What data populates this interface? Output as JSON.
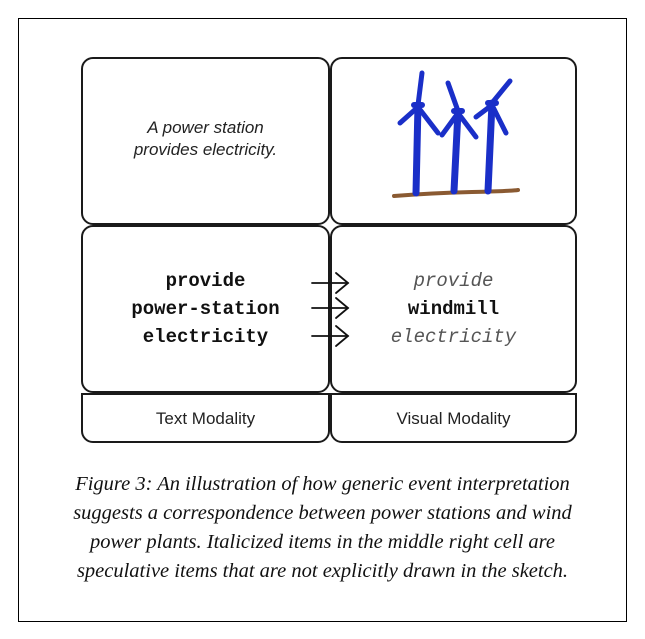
{
  "figure": {
    "top_left_sentence": [
      "A power station",
      "provides electricity."
    ],
    "text_items": [
      "provide",
      "power-station",
      "electricity"
    ],
    "visual_items": [
      {
        "text": "provide",
        "style": "italic"
      },
      {
        "text": "windmill",
        "style": "bold"
      },
      {
        "text": "electricity",
        "style": "italic"
      }
    ],
    "text_modality_label": "Text Modality",
    "visual_modality_label": "Visual Modality",
    "sketch_subject": "windmill-sketch",
    "sketch_colors": {
      "turbines": "#1a2fc8",
      "ground": "#8a5a32"
    }
  },
  "caption": {
    "lines": [
      "Figure 3: An illustration of how generic event interpretation",
      "suggests a correspondence between power stations and wind",
      "power plants. Italicized items in the middle right cell are",
      "speculative items that are not explicitly drawn in the sketch."
    ]
  }
}
